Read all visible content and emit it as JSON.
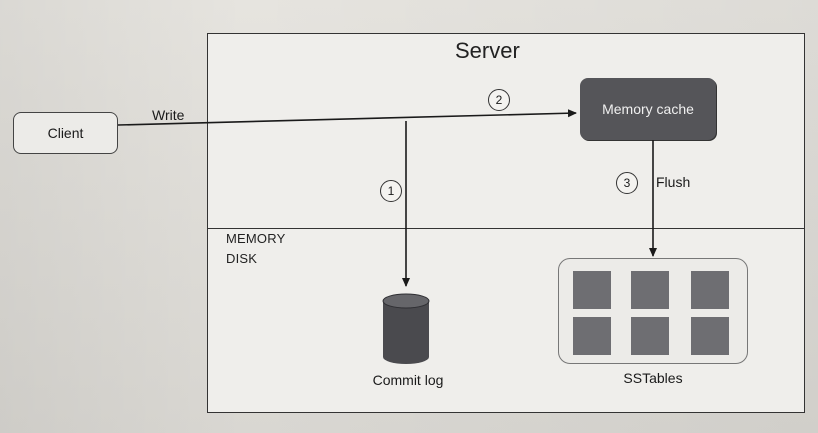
{
  "diagram": {
    "server_title": "Server",
    "memory_label": "MEMORY",
    "disk_label": "DISK",
    "client_label": "Client",
    "write_label": "Write",
    "memory_cache_label": "Memory cache",
    "flush_label": "Flush",
    "commit_log_label": "Commit log",
    "sstables_label": "SSTables",
    "step_1": "1",
    "step_2": "2",
    "step_3": "3"
  },
  "colors": {
    "memory_cache_fill": "#555559",
    "sstable_fill": "#6e6e72",
    "commit_log_fill": "#4a4a4e",
    "line": "#1a1a1a"
  }
}
